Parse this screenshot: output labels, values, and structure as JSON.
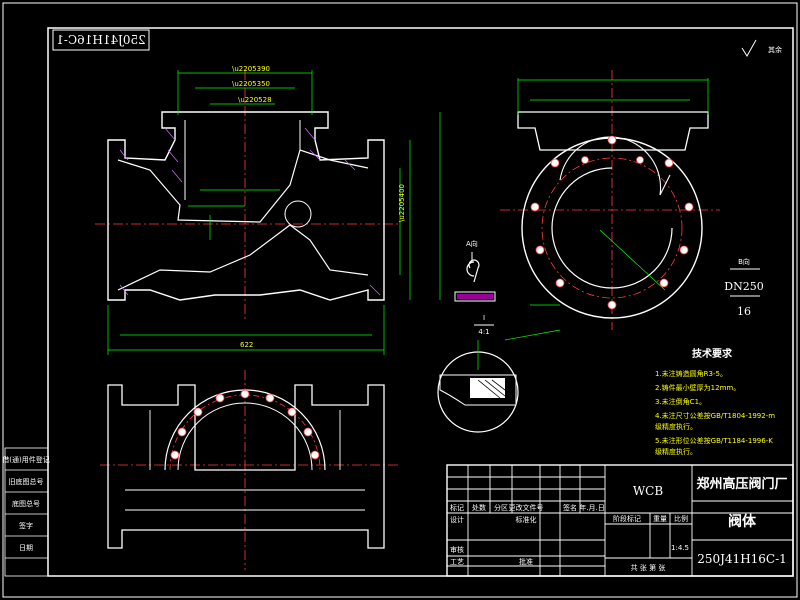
{
  "drawing": {
    "stamp_code_mirrored": "250J41H16C-1",
    "rough_mark": "其余"
  },
  "views": {
    "section_label": "A向",
    "b_view_label": "B向",
    "b_dn": "DN250",
    "b_pn": "16",
    "detail_label": "I",
    "detail_scale": "4:1"
  },
  "tech": {
    "heading": "技术要求",
    "items": [
      "1.未注铸造圆角R3-5。",
      "2.铸件最小壁厚为12mm。",
      "3.未注倒角C1。",
      "4.未注尺寸公差按GB/T1804-1992-m",
      "   级精度执行。",
      "5.未注形位公差按GB/T1184-1996-K",
      "   级精度执行。"
    ]
  },
  "titleblock": {
    "material": "WCB",
    "company": "郑州高压阀门厂",
    "part_name": "阀体",
    "drawing_no": "250J41H16C-1",
    "scale": "1:4.5",
    "sheet": "共  张  第  张",
    "header_cells": [
      "标记",
      "处数",
      "分区",
      "更改文件号",
      "签名",
      "年.月.日"
    ],
    "row_labels": [
      "设计",
      "标准化",
      "审核",
      "工艺",
      "批准"
    ],
    "stage_row": [
      "阶段标记",
      "重量",
      "比例"
    ]
  },
  "left_strip": {
    "items": [
      "借(通)用件登记",
      "旧底图总号",
      "底图总号",
      "签字",
      "日期"
    ]
  },
  "colors": {
    "background": "#000000",
    "outline": "#ffffff",
    "dimension": "#00ff00",
    "center": "#ff3b3b",
    "text": "#ffff00",
    "hatch": "#d070ff"
  }
}
